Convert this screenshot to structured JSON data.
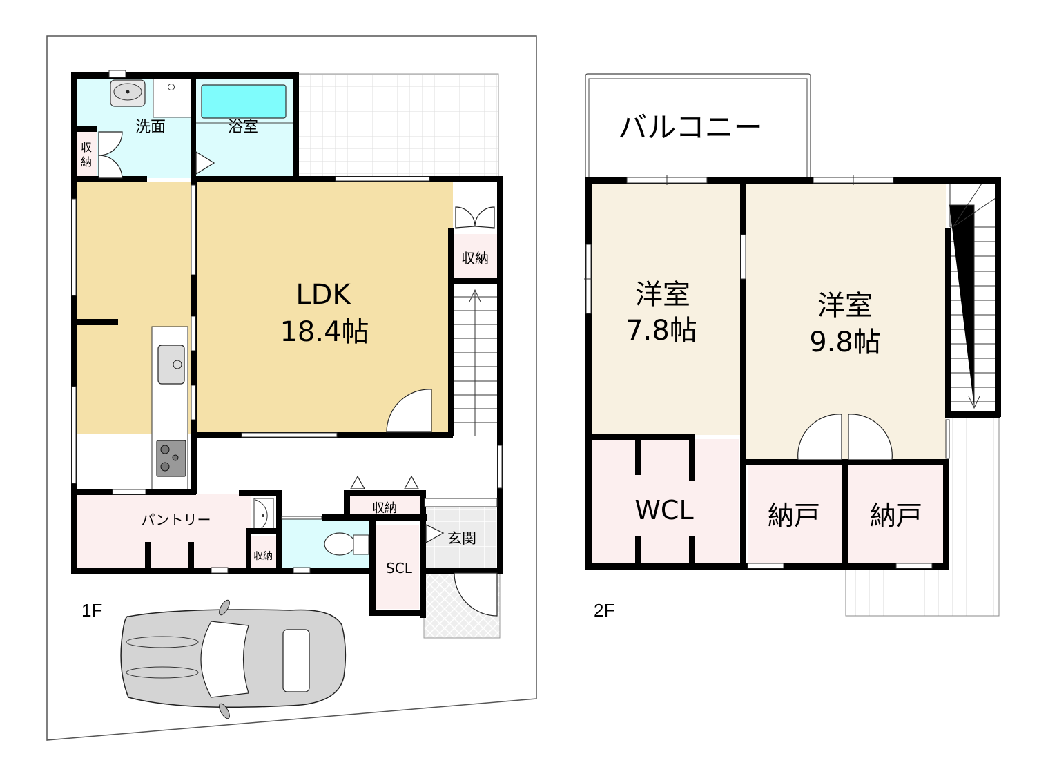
{
  "plan_1f": {
    "floor_label": "1F",
    "rooms": {
      "ldk": {
        "name": "LDK",
        "area": "18.4帖",
        "color": "#f5e1a9"
      },
      "washroom": {
        "name": "洗面",
        "color": "#dcfcfd"
      },
      "bathroom": {
        "name": "浴室",
        "color": "#dcfcfd"
      },
      "storage_wash": {
        "line1": "収",
        "line2": "納",
        "color": "#fcefef"
      },
      "storage_ldk": {
        "name": "収納",
        "color": "#fcefef"
      },
      "pantry": {
        "name": "パントリー",
        "color": "#fcefef"
      },
      "storage_pantry": {
        "name": "収納",
        "color": "#fcefef"
      },
      "storage_hall": {
        "name": "収納",
        "color": "#fcefef"
      },
      "scl": {
        "name": "SCL",
        "color": "#fcefef"
      },
      "entrance": {
        "name": "玄関",
        "color": "#e8e8e8"
      },
      "toilet": {
        "color": "#dcfcfd"
      }
    },
    "bathtub_color": "#7ffcfc",
    "car_color": "#d4d4d4"
  },
  "plan_2f": {
    "floor_label": "2F",
    "rooms": {
      "balcony": {
        "name": "バルコニー"
      },
      "western_room_1": {
        "name": "洋室",
        "area": "7.8帖",
        "color": "#f8f1e1"
      },
      "western_room_2": {
        "name": "洋室",
        "area": "9.8帖",
        "color": "#f8f1e1"
      },
      "wcl": {
        "name": "WCL",
        "color": "#fcefef"
      },
      "closet_1": {
        "name": "納戸",
        "color": "#fcefef"
      },
      "closet_2": {
        "name": "納戸",
        "color": "#fcefef"
      }
    }
  },
  "colors": {
    "wall": "#000000",
    "line": "#555555",
    "grid": "#cccccc"
  }
}
